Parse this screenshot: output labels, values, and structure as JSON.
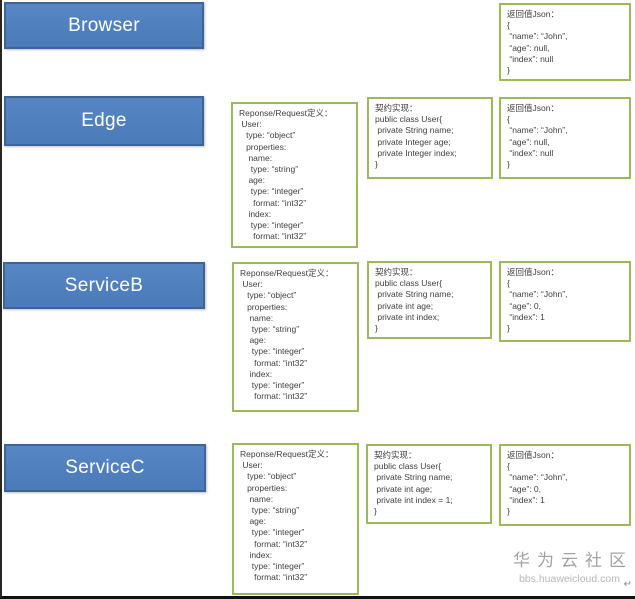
{
  "colors": {
    "node_fill": "#4F81BD",
    "node_border": "#3C6496",
    "box_border": "#9BBB59",
    "box_text": "#404040",
    "watermark_gray": "#A3A3A3"
  },
  "rows": [
    {
      "name": "Browser",
      "boxes": {
        "json": {
          "title": "返回值Json：",
          "body": "{\n “name”: “John”,\n “age”: null,\n “index”: null\n}"
        }
      }
    },
    {
      "name": "Edge",
      "boxes": {
        "definition": {
          "title": "Reponse/Request定义：",
          "body": " User:\n   type: “object”\n   properties:\n    name:\n     type: “string”\n    age:\n     type: “integer”\n      format: “int32”\n    index:\n     type: “integer”\n      format: “int32”"
        },
        "impl": {
          "title": "契约实现：",
          "body": "public class User{\n private String name;\n private Integer age;\n private Integer index;\n}"
        },
        "json": {
          "title": "返回值Json：",
          "body": "{\n “name”: “John”,\n “age”: null,\n “index”: null\n}"
        }
      }
    },
    {
      "name": "ServiceB",
      "boxes": {
        "definition": {
          "title": "Reponse/Request定义：",
          "body": " User:\n   type: “object”\n   properties:\n    name:\n     type: “string”\n    age:\n     type: “integer”\n      format: “int32”\n    index:\n     type: “integer”\n      format: “int32”"
        },
        "impl": {
          "title": "契约实现：",
          "body": "public class User{\n private String name;\n private int age;\n private int index;\n}"
        },
        "json": {
          "title": "返回值Json：",
          "body": "{\n “name”: “John”,\n “age”: 0,\n “index”: 1\n}"
        }
      }
    },
    {
      "name": "ServiceC",
      "boxes": {
        "definition": {
          "title": "Reponse/Request定义：",
          "body": " User:\n   type: “object”\n   properties:\n    name:\n     type: “string”\n    age:\n     type: “integer”\n      format: “int32”\n    index:\n     type: “integer”\n      format: “int32”"
        },
        "impl": {
          "title": "契约实现：",
          "body": "public class User{\n private String name;\n private int age;\n private int index = 1;\n}"
        },
        "json": {
          "title": "返回值Json：",
          "body": "{\n “name”: “John”,\n “age”: 0,\n “index”: 1\n}"
        }
      }
    }
  ],
  "watermark": {
    "title": "华为云社区",
    "subtitle": "bbs.huaweicloud.com",
    "return_mark": "↵"
  }
}
